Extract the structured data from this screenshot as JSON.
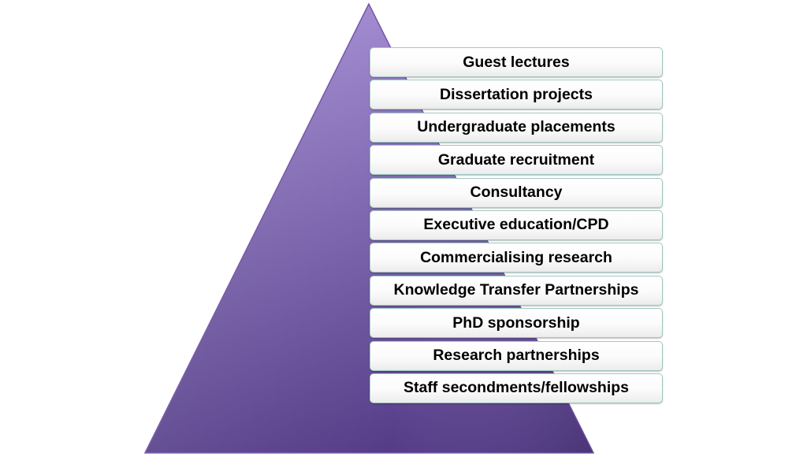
{
  "diagram": {
    "type": "pyramid-list",
    "colors": {
      "pyramid_top": "#a28bd0",
      "pyramid_bottom": "#553c88",
      "pyramid_edge": "#6f56a8",
      "box_border": "#9fc7c2",
      "text": "#000000"
    },
    "levels": [
      {
        "label": "Guest lectures"
      },
      {
        "label": "Dissertation projects"
      },
      {
        "label": "Undergraduate placements"
      },
      {
        "label": "Graduate recruitment"
      },
      {
        "label": "Consultancy"
      },
      {
        "label": "Executive education/CPD"
      },
      {
        "label": "Commercialising research"
      },
      {
        "label": "Knowledge Transfer Partnerships"
      },
      {
        "label": "PhD sponsorship"
      },
      {
        "label": "Research partnerships"
      },
      {
        "label": "Staff secondments/fellowships"
      }
    ]
  }
}
